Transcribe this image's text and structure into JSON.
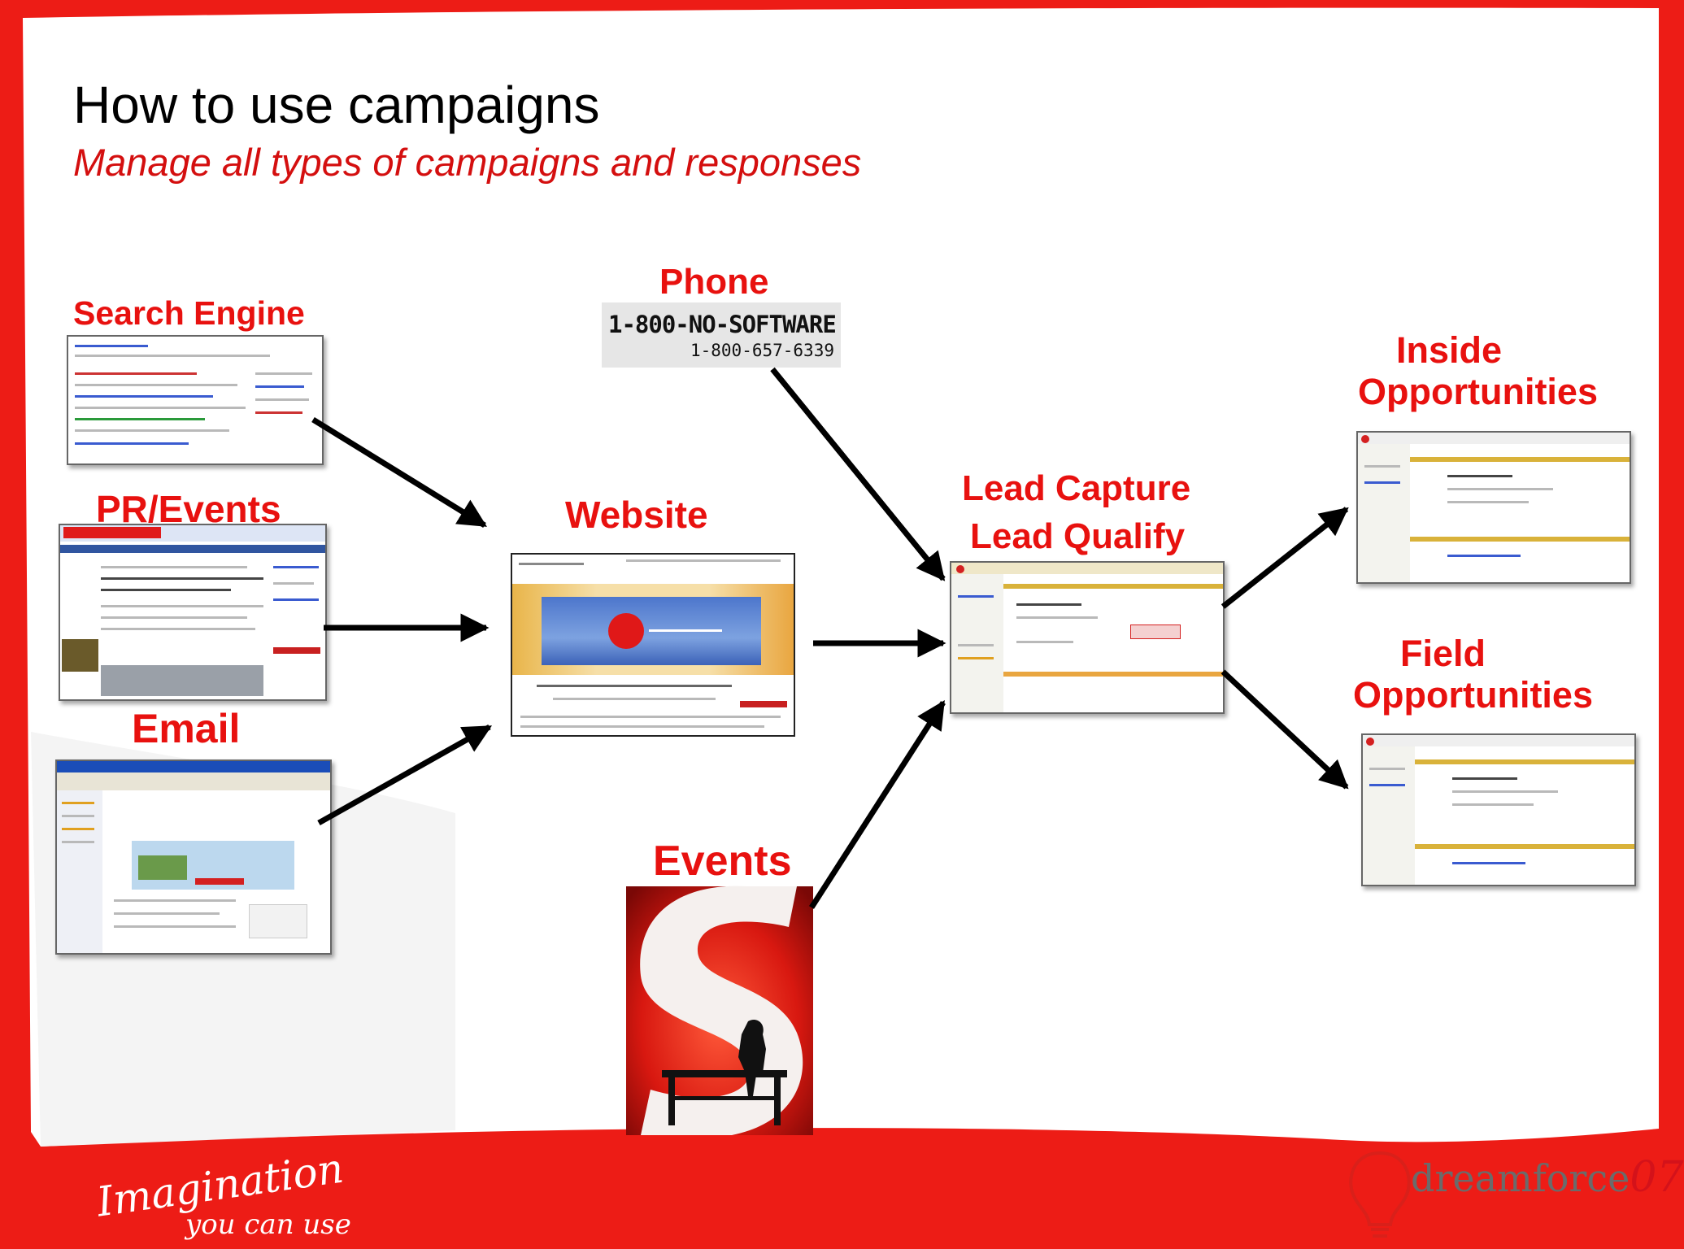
{
  "slide": {
    "title": "How to use campaigns",
    "subtitle": "Manage all types of campaigns and responses"
  },
  "nodes": {
    "search_engine": "Search Engine",
    "pr_events": "PR/Events",
    "email": "Email",
    "phone": "Phone",
    "website": "Website",
    "events": "Events",
    "lead_capture": "Lead Capture",
    "lead_qualify": "Lead Qualify",
    "inside_1": "Inside",
    "inside_2": "Opportunities",
    "field_1": "Field",
    "field_2": "Opportunities"
  },
  "phone_card": {
    "line1": "1-800-NO-SOFTWARE",
    "line2": "1-800-657-6339"
  },
  "footer": {
    "tagline_1": "Imagination",
    "tagline_2": "you can use",
    "logo_text": "dreamforce",
    "logo_year": "07"
  },
  "colors": {
    "brand_red": "#ed1c16",
    "label_red": "#e8110f",
    "arrow": "#000000"
  }
}
